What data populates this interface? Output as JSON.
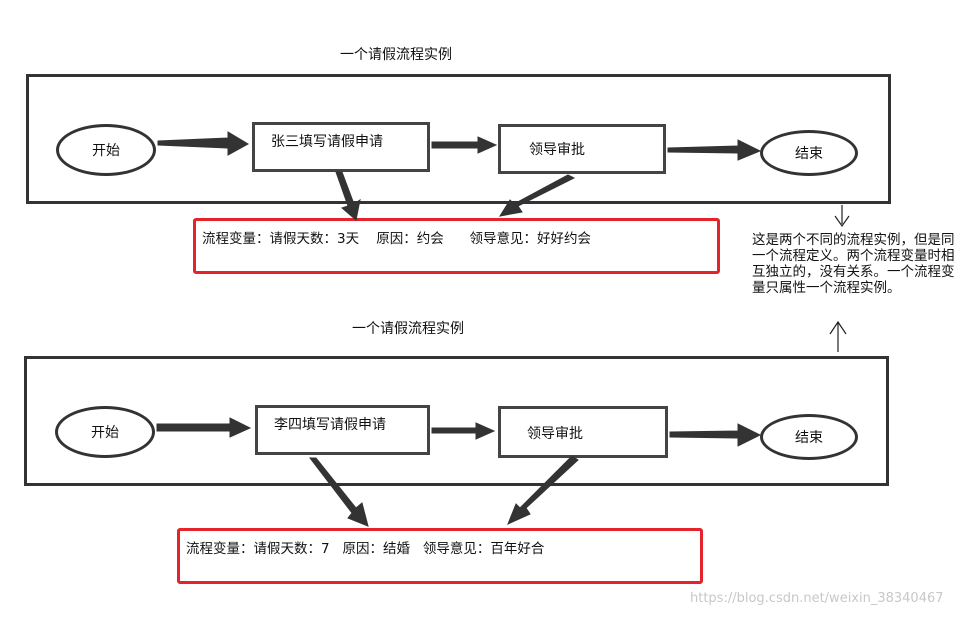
{
  "instance1": {
    "title": "一个请假流程实例",
    "start": "开始",
    "task1": "张三填写请假申请",
    "task2": "领导审批",
    "end": "结束",
    "variables": "流程变量：请假天数：3天    原因：约会      领导意见：好好约会"
  },
  "instance2": {
    "title": "一个请假流程实例",
    "start": "开始",
    "task1": "李四填写请假申请",
    "task2": "领导审批",
    "end": "结束",
    "variables": "流程变量：请假天数：7   原因：结婚   领导意见：百年好合"
  },
  "note": "这是两个不同的流程实例，但是同一个流程定义。两个流程变量时相互独立的，没有关系。一个流程变量只属性一个流程实例。",
  "watermark": "https://blog.csdn.net/weixin_38340467"
}
